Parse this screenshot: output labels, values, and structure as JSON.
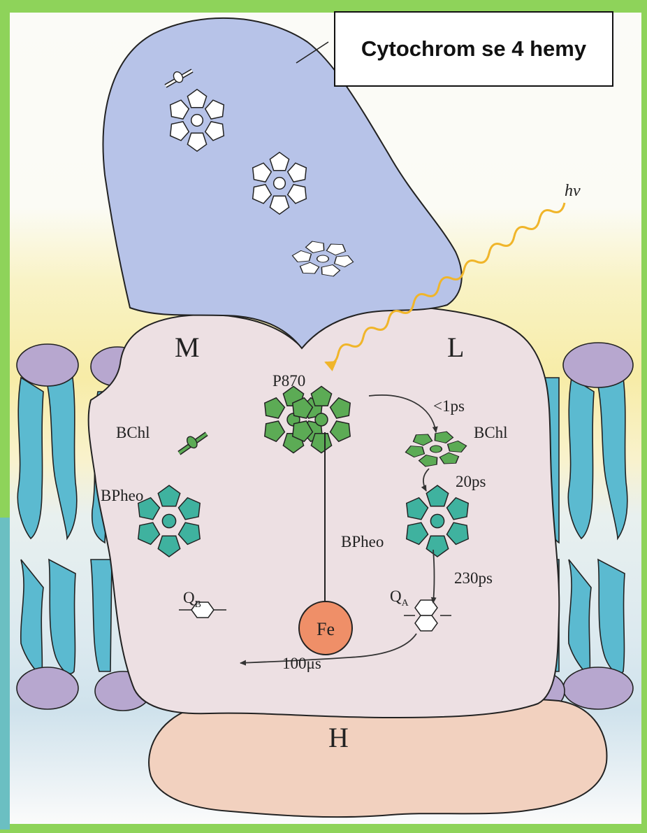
{
  "callout": {
    "text": "Cytochrom se 4 hemy"
  },
  "labels": {
    "hv": "hν",
    "M": "M",
    "L": "L",
    "H": "H",
    "P870": "P870",
    "bchl_left": "BChl",
    "bchl_right": "BChl",
    "bpheo_left": "BPheo",
    "bpheo_right": "BPheo",
    "fe": "Fe",
    "qa": "Q",
    "qa_sub": "A",
    "qb": "Q",
    "qb_sub": "B"
  },
  "timings": {
    "t1": "<1ps",
    "t2": "20ps",
    "t3": "230ps",
    "t4": "100μs"
  },
  "colors": {
    "frame_green": "#8ed35a",
    "cytochrome": "#b7c3e8",
    "reaction_center": "#ede0e3",
    "h_subunit": "#f2d1bf",
    "membrane_heads": "#b7a7cf",
    "membrane_tails": "#5bbad0",
    "pigment_green": "#5cab55",
    "pigment_teal": "#3fb29f",
    "fe": "#ef8f68",
    "light_arrow": "#f0b52a"
  }
}
